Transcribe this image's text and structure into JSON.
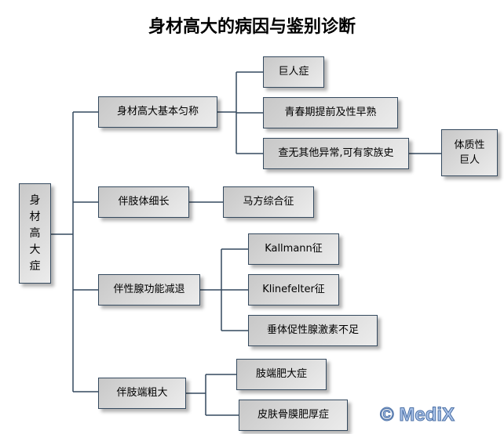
{
  "title": "身材高大的病因与鉴别诊断",
  "root": "身材高大症",
  "branches": {
    "b1": "身材高大基本匀称",
    "b2": "伴肢体细长",
    "b3": "伴性腺功能减退",
    "b4": "伴肢端粗大"
  },
  "leaves": {
    "l1": "巨人症",
    "l2": "青春期提前及性早熟",
    "l3": "查无其他异常,可有家族史",
    "l3a": "体质性巨人",
    "l4": "马方综合征",
    "l5": "Kallmann征",
    "l6": "Klinefelter征",
    "l7": "垂体促性腺激素不足",
    "l8": "肢端肥大症",
    "l9": "皮肤骨膜肥厚症"
  },
  "watermark": "© MediX"
}
